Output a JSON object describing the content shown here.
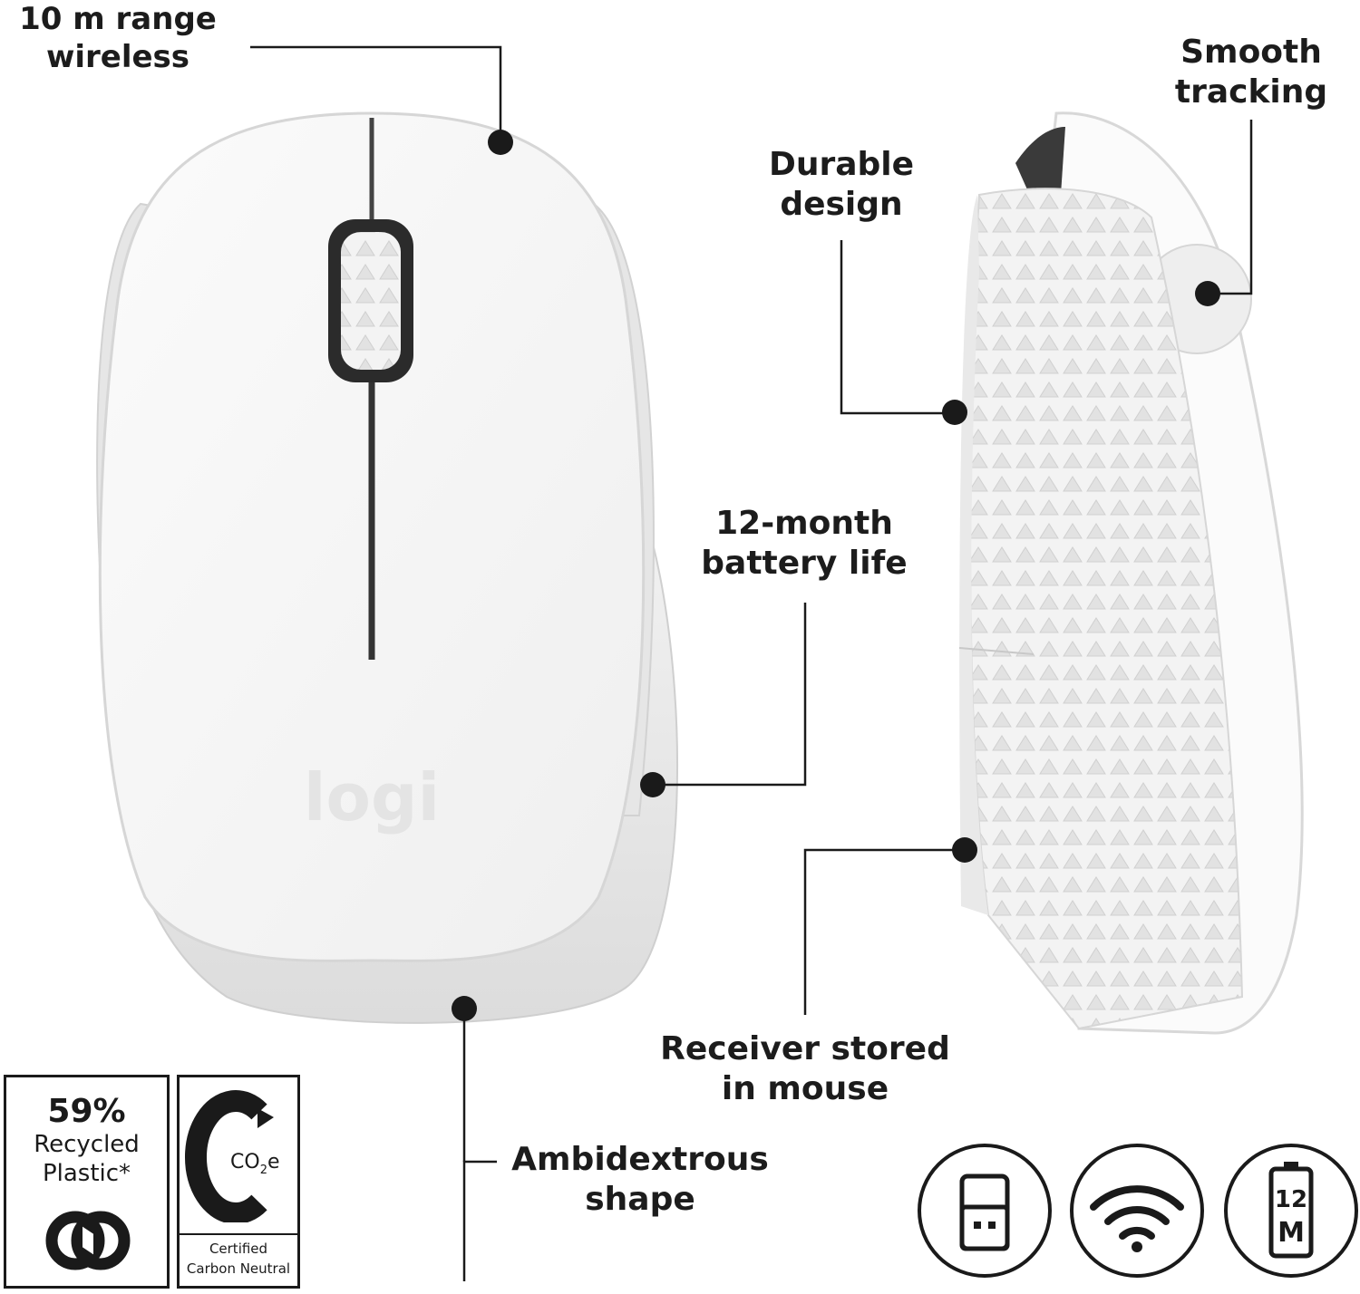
{
  "brand_logo": "logi",
  "callouts": {
    "range": [
      "10 m range",
      "wireless"
    ],
    "tracking": [
      "Smooth",
      "tracking"
    ],
    "durable": [
      "Durable",
      "design"
    ],
    "battery": [
      "12-month",
      "battery life"
    ],
    "receiver": [
      "Receiver stored",
      "in mouse"
    ],
    "shape": [
      "Ambidextrous",
      "shape"
    ]
  },
  "badges": {
    "recycled": {
      "percent": "59%",
      "line1": "Recycled",
      "line2": "Plastic*"
    },
    "carbon": {
      "formula": "CO",
      "subscript": "2",
      "suffix": "e",
      "line1": "Certified",
      "line2": "Carbon Neutral"
    }
  },
  "feature_icons": [
    {
      "icon": "usb-receiver-icon"
    },
    {
      "icon": "wifi-icon"
    },
    {
      "icon": "battery-icon",
      "text_top": "12",
      "text_bottom": "M"
    }
  ]
}
